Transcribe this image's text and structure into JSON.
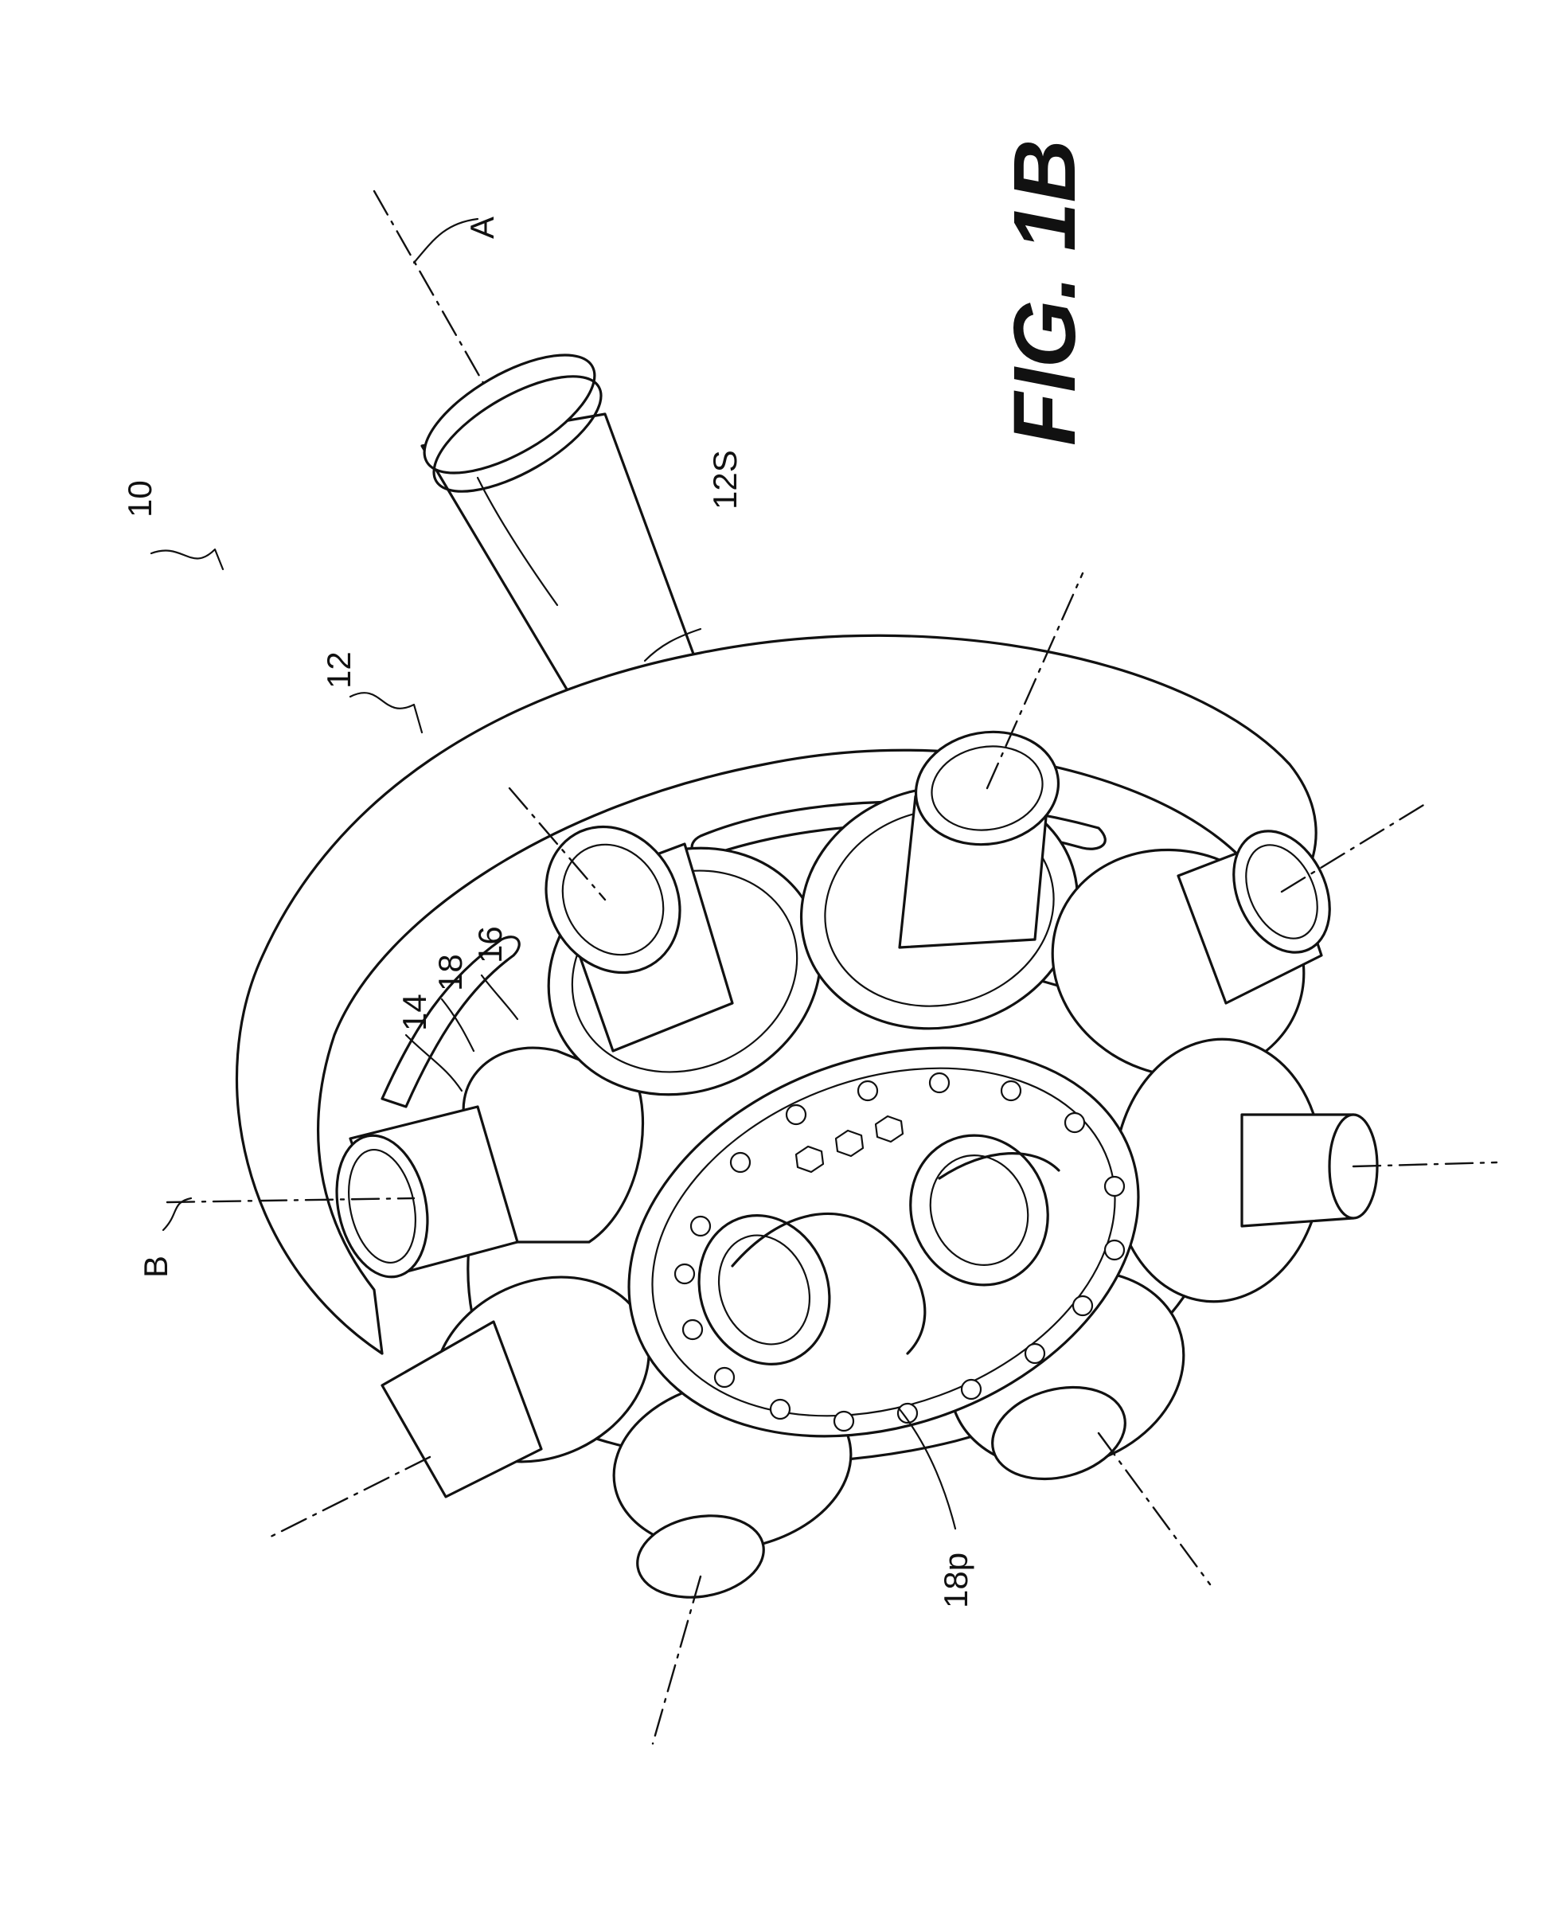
{
  "figure": {
    "title": "FIG. 1B"
  },
  "labels": {
    "l10": "10",
    "l12": "12",
    "l12s": "12S",
    "l14": "14",
    "l16": "16",
    "l18": "18",
    "l18p": "18p",
    "lA": "A",
    "lB": "B"
  },
  "colors": {
    "ink": "#111111",
    "paper": "#ffffff"
  }
}
